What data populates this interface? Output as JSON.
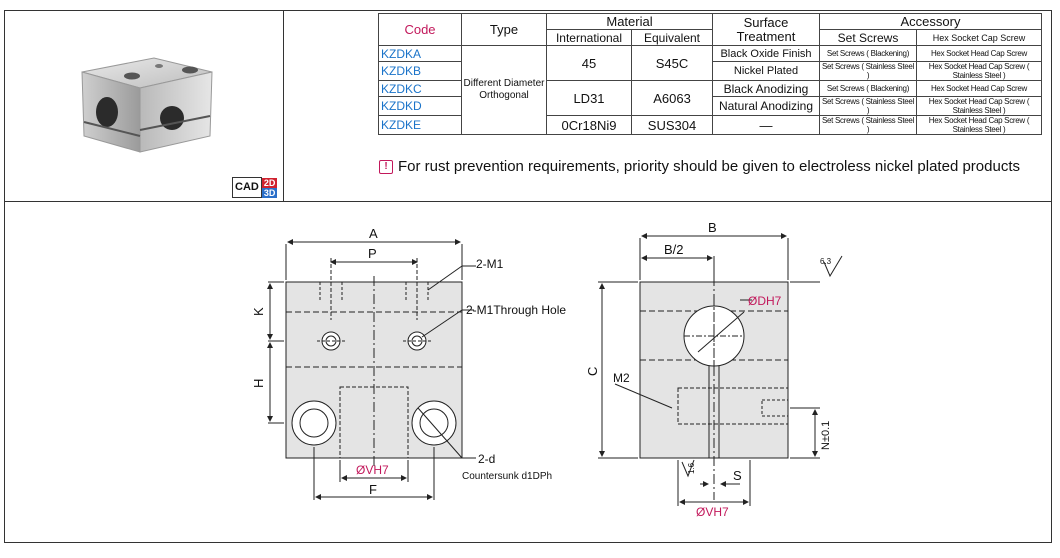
{
  "table": {
    "headers": {
      "code": "Code",
      "type": "Type",
      "material": "Material",
      "international": "International",
      "equivalent": "Equivalent",
      "surface": "Surface Treatment",
      "accessory": "Accessory",
      "set_screws": "Set Screws",
      "cap_screw": "Hex Socket Cap Screw"
    },
    "type_value": "Different Diameter Orthogonal",
    "rows": [
      {
        "code": "KZDKA",
        "surface": "Black Oxide Finish",
        "set": "Set Screws ( Blackening)",
        "cap": "Hex Socket Head Cap Screw"
      },
      {
        "code": "KZDKB",
        "surface": "Nickel Plated",
        "set": "Set Screws ( Stainless Steel )",
        "cap": "Hex Socket Head Cap Screw ( Stainless Steel )"
      },
      {
        "code": "KZDKC",
        "surface": "Black Anodizing",
        "set": "Set Screws ( Blackening)",
        "cap": "Hex Socket Head Cap Screw"
      },
      {
        "code": "KZDKD",
        "surface": "Natural Anodizing",
        "set": "Set Screws ( Stainless Steel )",
        "cap": "Hex Socket Head Cap Screw ( Stainless Steel )"
      },
      {
        "code": "KZDKE",
        "surface": "—",
        "set": "Set Screws ( Stainless Steel )",
        "cap": "Hex Socket Head Cap Screw ( Stainless Steel )"
      }
    ],
    "mat_groups": [
      {
        "intl": "45",
        "equiv": "S45C"
      },
      {
        "intl": "LD31",
        "equiv": "A6063"
      },
      {
        "intl": "0Cr18Ni9",
        "equiv": "SUS304"
      }
    ]
  },
  "notice": "For rust prevention requirements, priority should be given to electroless nickel plated products",
  "cad": {
    "label": "CAD",
    "d2": "2D",
    "d3": "3D"
  },
  "drawing": {
    "A": "A",
    "P": "P",
    "K": "K",
    "H": "H",
    "F": "F",
    "m1": "2-M1",
    "m1_through": "2-M1Through Hole",
    "d": "2-d",
    "countersunk": "Countersunk d1DPh",
    "v_left": "ØVH7",
    "B": "B",
    "B2": "B/2",
    "C": "C",
    "D": "ØDH7",
    "M2": "M2",
    "N": "N±0.1",
    "S": "S",
    "v_right": "ØVH7",
    "rough1": "6.3",
    "rough2": "1.6"
  },
  "colors": {
    "code_blue": "#1a73c9",
    "code_header": "#c2185b",
    "tolerance": "#c2185b"
  }
}
